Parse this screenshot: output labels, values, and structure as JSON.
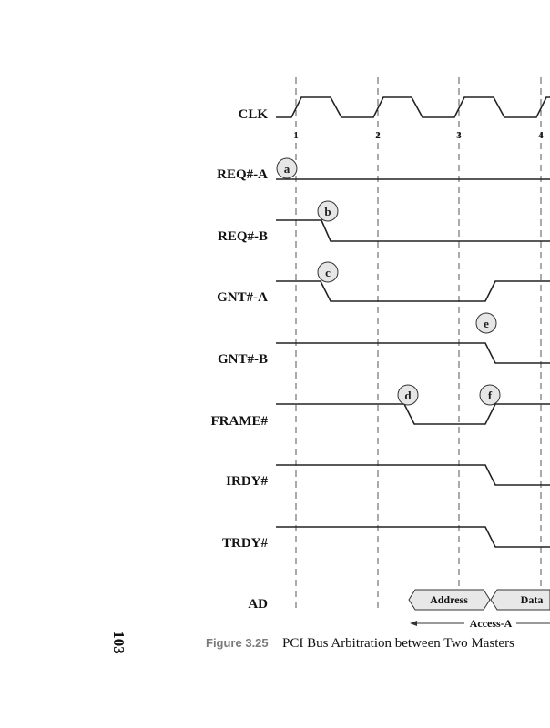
{
  "page_number": "103",
  "caption": {
    "number": "Figure 3.25",
    "title": "PCI Bus Arbitration between Two Masters"
  },
  "clock": {
    "label": "CLK",
    "ticks": [
      "1",
      "2",
      "3",
      "4"
    ]
  },
  "signals": [
    {
      "id": "req-a",
      "label": "REQ#-A"
    },
    {
      "id": "req-b",
      "label": "REQ#-B"
    },
    {
      "id": "gnt-a",
      "label": "GNT#-A"
    },
    {
      "id": "gnt-b",
      "label": "GNT#-B"
    },
    {
      "id": "frame",
      "label": "FRAME#"
    },
    {
      "id": "irdy",
      "label": "IRDY#"
    },
    {
      "id": "trdy",
      "label": "TRDY#"
    }
  ],
  "bus": {
    "label": "AD",
    "phases": [
      "Address",
      "Data"
    ],
    "span_label": "Access-A"
  },
  "markers": [
    "a",
    "b",
    "c",
    "d",
    "e",
    "f"
  ]
}
